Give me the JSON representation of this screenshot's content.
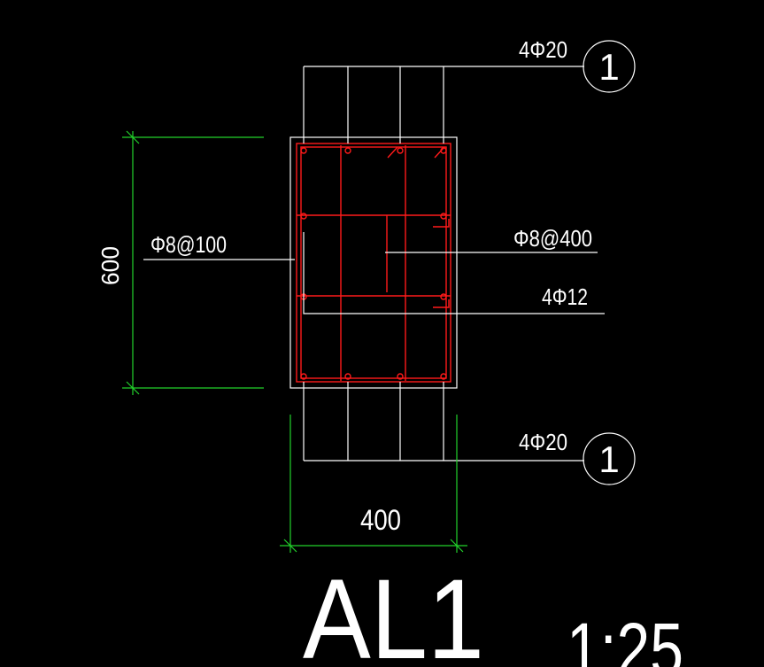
{
  "colors": {
    "background": "#000000",
    "outline": "#ffffff",
    "rebar": "#ff1a1a",
    "dimension": "#22d12b"
  },
  "labels": {
    "top_bars": "4Φ20",
    "bottom_bars": "4Φ20",
    "stirrup": "Φ8@100",
    "tie": "Φ8@400",
    "side_bars": "4Φ12",
    "callout_top": "1",
    "callout_bottom": "1"
  },
  "dimensions": {
    "height": "600",
    "width": "400"
  },
  "title": {
    "name": "AL1",
    "scale": "1:25"
  }
}
